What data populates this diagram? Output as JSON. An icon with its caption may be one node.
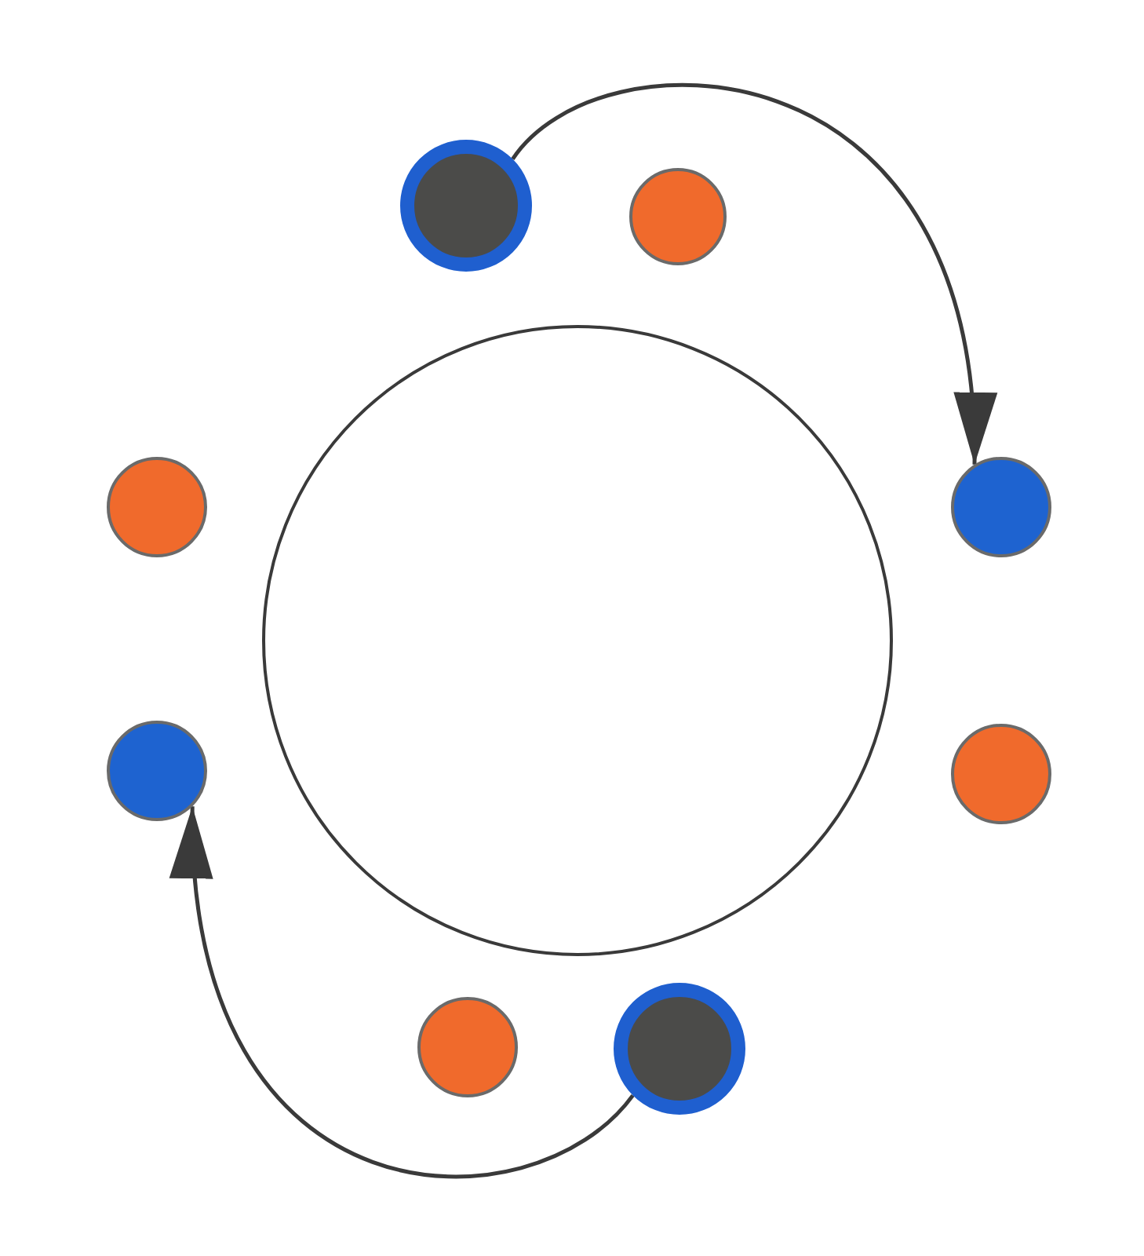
{
  "diagram": {
    "nodes": [
      {
        "text": [],
        "shape": "circle"
      },
      {
        "text": [],
        "shape": "circle"
      },
      {
        "text": [],
        "shape": "circle"
      },
      {
        "text": [],
        "shape": "circle"
      },
      {
        "text": [],
        "shape": "circle"
      },
      {
        "text": [],
        "shape": "circle"
      },
      {
        "text": [],
        "shape": "circle"
      },
      {
        "text": [],
        "shape": "circle"
      },
      {
        "text": [],
        "shape": "circle"
      }
    ],
    "edges": [
      {
        "from": 0,
        "to": 4,
        "arrow": "to"
      },
      {
        "from": 8,
        "to": 5,
        "arrow": "to"
      }
    ]
  }
}
